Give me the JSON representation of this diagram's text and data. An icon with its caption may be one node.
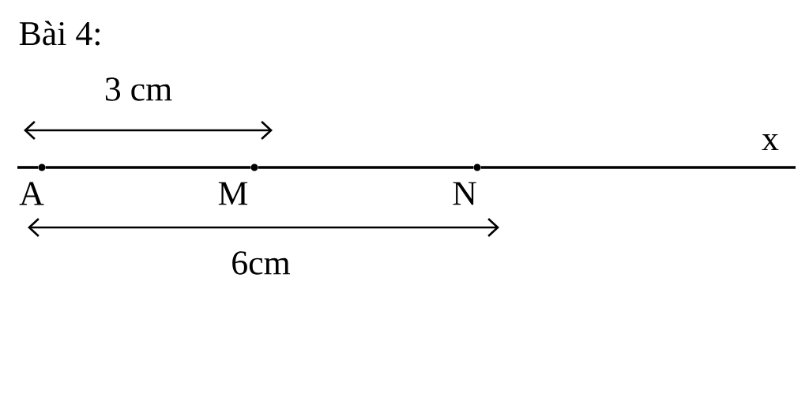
{
  "diagram": {
    "title": "Bài 4:",
    "nodes": [
      {
        "text": [
          "A"
        ]
      },
      {
        "text": [
          "M"
        ]
      },
      {
        "text": [
          "N"
        ]
      }
    ],
    "edges": [
      {
        "from": null,
        "to": 0,
        "arrow": "none"
      },
      {
        "from": 0,
        "to": 1,
        "arrow": "none"
      },
      {
        "from": 1,
        "to": 2,
        "arrow": "none"
      },
      {
        "from": 2,
        "to": null,
        "arrow": "none"
      }
    ],
    "labels": [
      "3 cm",
      "x",
      "6cm"
    ]
  }
}
